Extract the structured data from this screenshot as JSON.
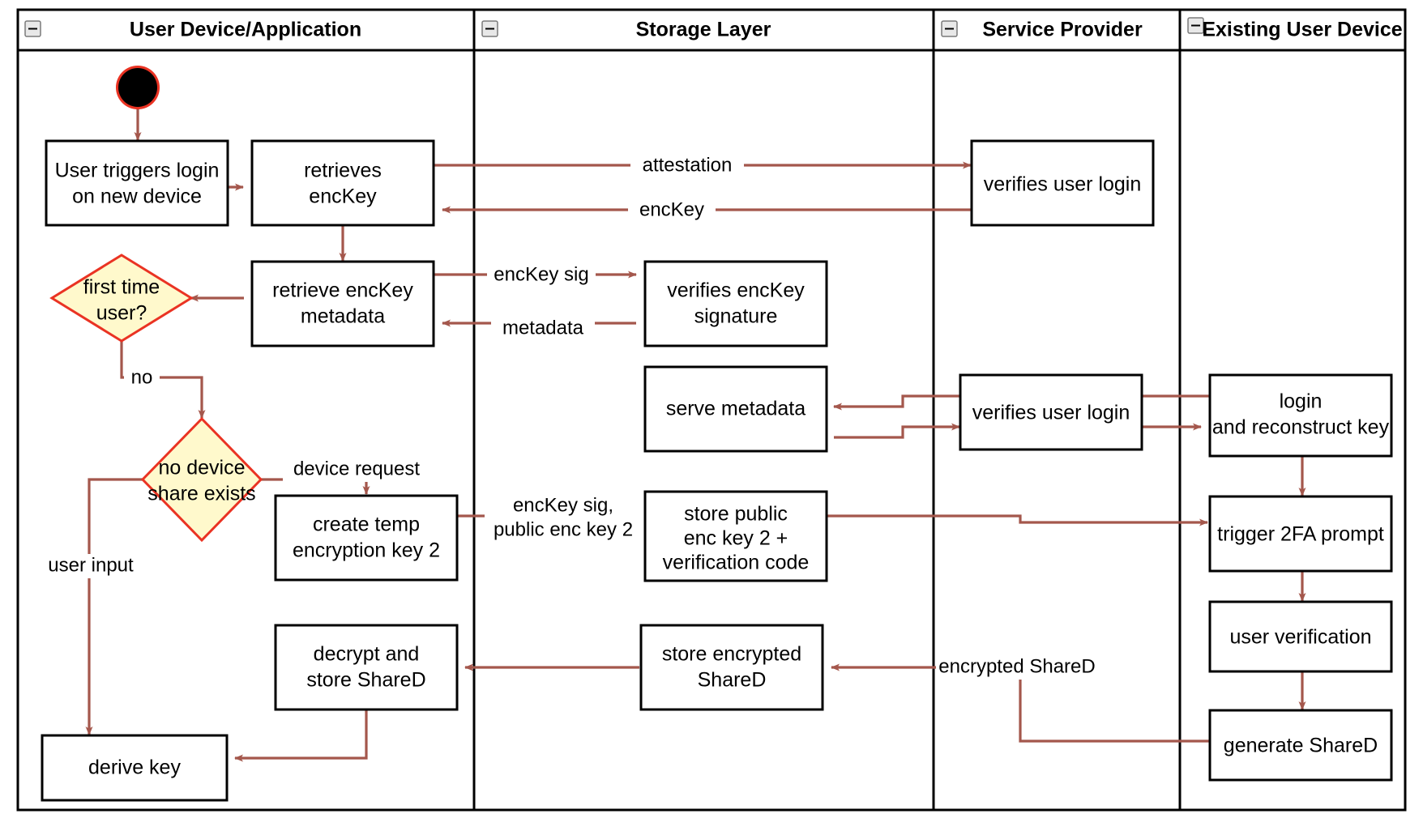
{
  "diagram": {
    "title": "Key reconstruction login flow swimlane diagram",
    "colors": {
      "edge": "#A4574C",
      "decision_fill": "#FFF9CC",
      "decision_stroke": "#EA3323",
      "node_stroke": "#000000",
      "node_fill": "#FFFFFF",
      "start_node": "#000000",
      "background": "#FFFFFF"
    },
    "lanes": [
      {
        "id": "lane-user-device",
        "label": "User Device/Application",
        "collapse_icon": "minus-box-icon"
      },
      {
        "id": "lane-storage-layer",
        "label": "Storage Layer",
        "collapse_icon": "minus-box-icon"
      },
      {
        "id": "lane-service-provider",
        "label": "Service Provider",
        "collapse_icon": "minus-box-icon"
      },
      {
        "id": "lane-existing-user-device",
        "label": "Existing User Device",
        "collapse_icon": "minus-box-icon"
      }
    ],
    "nodes": [
      {
        "id": "start",
        "type": "start",
        "lane": "lane-user-device",
        "label": ""
      },
      {
        "id": "n-user-triggers-login",
        "type": "action",
        "lane": "lane-user-device",
        "label_lines": [
          "User triggers login",
          "on new device"
        ]
      },
      {
        "id": "n-retrieves-enckey",
        "type": "action",
        "lane": "lane-user-device",
        "label_lines": [
          "retrieves",
          "encKey"
        ]
      },
      {
        "id": "n-retrieve-enckey-metadata",
        "type": "action",
        "lane": "lane-user-device",
        "label_lines": [
          "retrieve encKey",
          "metadata"
        ]
      },
      {
        "id": "d-first-time-user",
        "type": "decision",
        "lane": "lane-user-device",
        "label_lines": [
          "first time",
          "user?"
        ]
      },
      {
        "id": "d-no-device-share-exists",
        "type": "decision",
        "lane": "lane-user-device",
        "label_lines": [
          "no device",
          "share exists"
        ]
      },
      {
        "id": "n-create-temp-encryption-key-2",
        "type": "action",
        "lane": "lane-user-device",
        "label_lines": [
          "create temp",
          "encryption key 2"
        ]
      },
      {
        "id": "n-decrypt-and-store-shared",
        "type": "action",
        "lane": "lane-user-device",
        "label_lines": [
          "decrypt and",
          "store ShareD"
        ]
      },
      {
        "id": "n-derive-key",
        "type": "action",
        "lane": "lane-user-device",
        "label_lines": [
          "derive key"
        ]
      },
      {
        "id": "n-verifies-enckey-signature",
        "type": "action",
        "lane": "lane-storage-layer",
        "label_lines": [
          "verifies encKey",
          "signature"
        ]
      },
      {
        "id": "n-serve-metadata",
        "type": "action",
        "lane": "lane-storage-layer",
        "label_lines": [
          "serve metadata"
        ]
      },
      {
        "id": "n-store-public-enc-key-2",
        "type": "action",
        "lane": "lane-storage-layer",
        "label_lines": [
          "store public",
          "enc key 2 +",
          "verification code"
        ]
      },
      {
        "id": "n-store-encrypted-shared",
        "type": "action",
        "lane": "lane-storage-layer",
        "label_lines": [
          "store encrypted",
          "ShareD"
        ]
      },
      {
        "id": "n-verifies-user-login-1",
        "type": "action",
        "lane": "lane-service-provider",
        "label_lines": [
          "verifies user login"
        ]
      },
      {
        "id": "n-verifies-user-login-2",
        "type": "action",
        "lane": "lane-service-provider",
        "label_lines": [
          "verifies user login"
        ]
      },
      {
        "id": "n-login-and-reconstruct-key",
        "type": "action",
        "lane": "lane-existing-user-device",
        "label_lines": [
          "login",
          "and reconstruct key"
        ]
      },
      {
        "id": "n-trigger-2fa-prompt",
        "type": "action",
        "lane": "lane-existing-user-device",
        "label_lines": [
          "trigger 2FA prompt"
        ]
      },
      {
        "id": "n-user-verification",
        "type": "action",
        "lane": "lane-existing-user-device",
        "label_lines": [
          "user verification"
        ]
      },
      {
        "id": "n-generate-shared",
        "type": "action",
        "lane": "lane-existing-user-device",
        "label_lines": [
          "generate ShareD"
        ]
      }
    ],
    "edge_labels": [
      {
        "id": "lbl-attestation",
        "text": "attestation"
      },
      {
        "id": "lbl-enckey",
        "text": "encKey"
      },
      {
        "id": "lbl-enckey-sig",
        "text": "encKey sig"
      },
      {
        "id": "lbl-metadata",
        "text": "metadata"
      },
      {
        "id": "lbl-no",
        "text": "no"
      },
      {
        "id": "lbl-device-request",
        "text": "device request"
      },
      {
        "id": "lbl-user-input",
        "text": "user input"
      },
      {
        "id": "lbl-enckey-sig-public-enc-key-2-a",
        "text": "encKey sig,"
      },
      {
        "id": "lbl-enckey-sig-public-enc-key-2-b",
        "text": "public enc key 2"
      },
      {
        "id": "lbl-encrypted-shared",
        "text": "encrypted ShareD"
      }
    ]
  }
}
